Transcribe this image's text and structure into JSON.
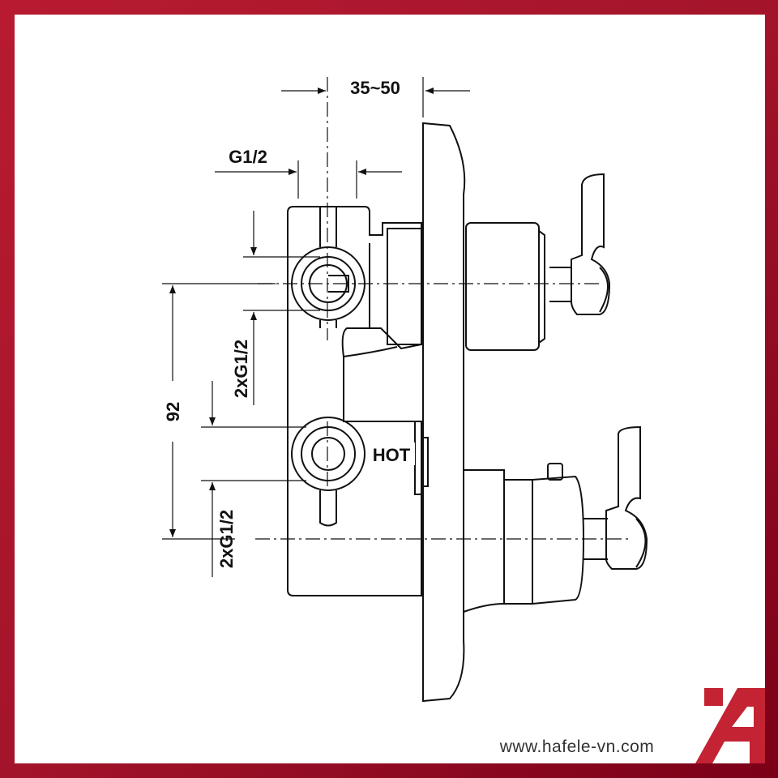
{
  "drawing": {
    "dimensions": {
      "depth": "35~50",
      "top_thread": "G1/2",
      "spacing": "92",
      "upper_inlets": "2xG1/2",
      "lower_inlets": "2xG1/2"
    },
    "inlet_label": "HOT"
  },
  "footer": {
    "website": "www.hafele-vn.com"
  },
  "branding": {
    "logo": "Häfele",
    "brand_color": "#c32333",
    "frame_color": "#a3142a"
  }
}
